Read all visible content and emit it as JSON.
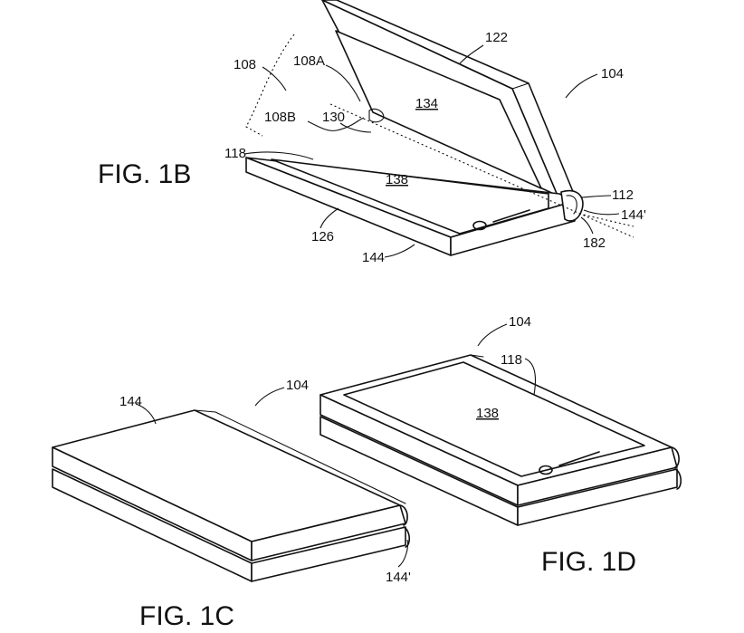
{
  "figures": {
    "fig_1b": {
      "title": "FIG. 1B",
      "refs": {
        "r122": "122",
        "r108A": "108A",
        "r108": "108",
        "r104": "104",
        "r134": "134",
        "r108B": "108B",
        "r130": "130",
        "r118": "118",
        "r138": "138",
        "r112": "112",
        "r144p": "144'",
        "r126": "126",
        "r182": "182",
        "r144": "144"
      }
    },
    "fig_1c": {
      "title": "FIG. 1C",
      "refs": {
        "r144": "144",
        "r104": "104",
        "r144p": "144'"
      }
    },
    "fig_1d": {
      "title": "FIG. 1D",
      "refs": {
        "r104": "104",
        "r118": "118",
        "r138": "138"
      }
    }
  }
}
